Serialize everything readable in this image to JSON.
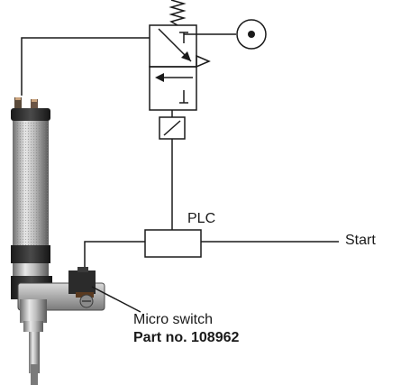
{
  "labels": {
    "plc": "PLC",
    "start": "Start",
    "micro_switch": "Micro switch",
    "part_no": "Part no. 108962"
  },
  "colors": {
    "line": "#1a1a1a",
    "background": "#ffffff",
    "tool_dark": "#2a2a2a",
    "tool_metal": "#a8a8a8"
  }
}
